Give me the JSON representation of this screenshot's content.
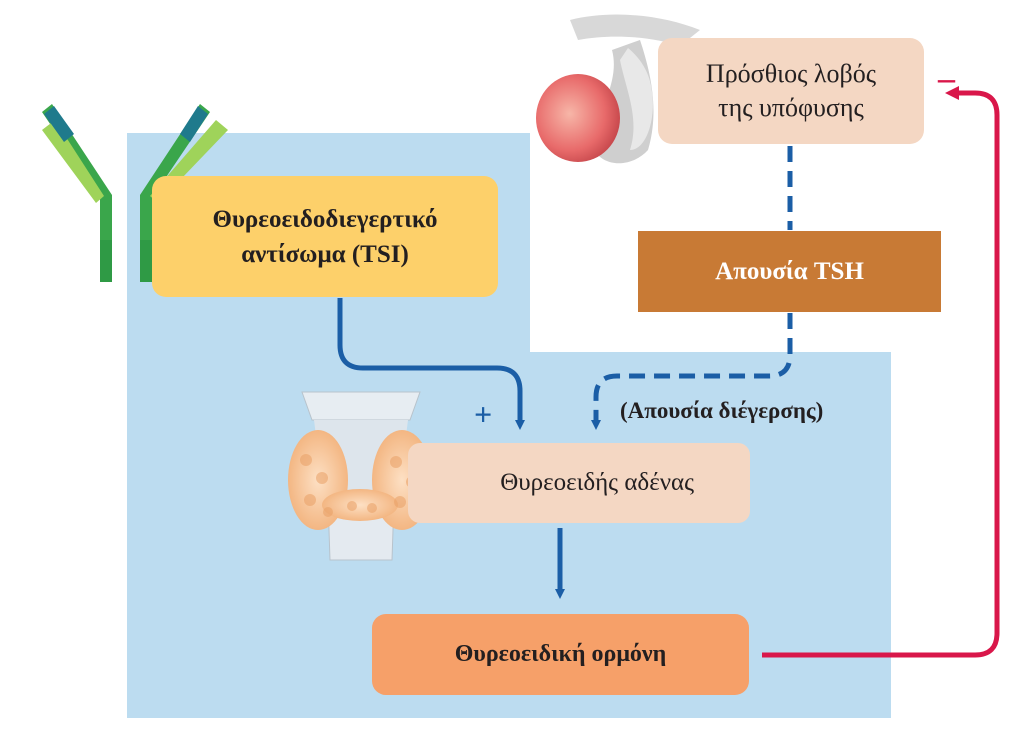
{
  "diagram": {
    "tsi_label_line1": "Θυρεοειδοδιεγερτικό",
    "tsi_label_line2": "αντίσωμα (TSI)",
    "pituitary_line1": "Πρόσθιος λοβός",
    "pituitary_line2": "της υπόφυσης",
    "no_tsh_label": "Απουσία TSH",
    "no_stimulation_label": "(Απουσία διέγερσης)",
    "thyroid_label": "Θυρεοειδής αδένας",
    "hormone_label": "Θυρεοειδική ορμόνη",
    "plus_sign": "+",
    "minus_sign": "–"
  },
  "colors": {
    "background_panel": "#bcdcf0",
    "tsi_box": "#fdd06a",
    "pituitary_box": "#f4d7c3",
    "tsh_box": "#c87a35",
    "thyroid_box": "#f4d7c3",
    "hormone_box": "#f6a069",
    "blue_arrow": "#1b5ea6",
    "feedback_arrow": "#d9174a"
  }
}
